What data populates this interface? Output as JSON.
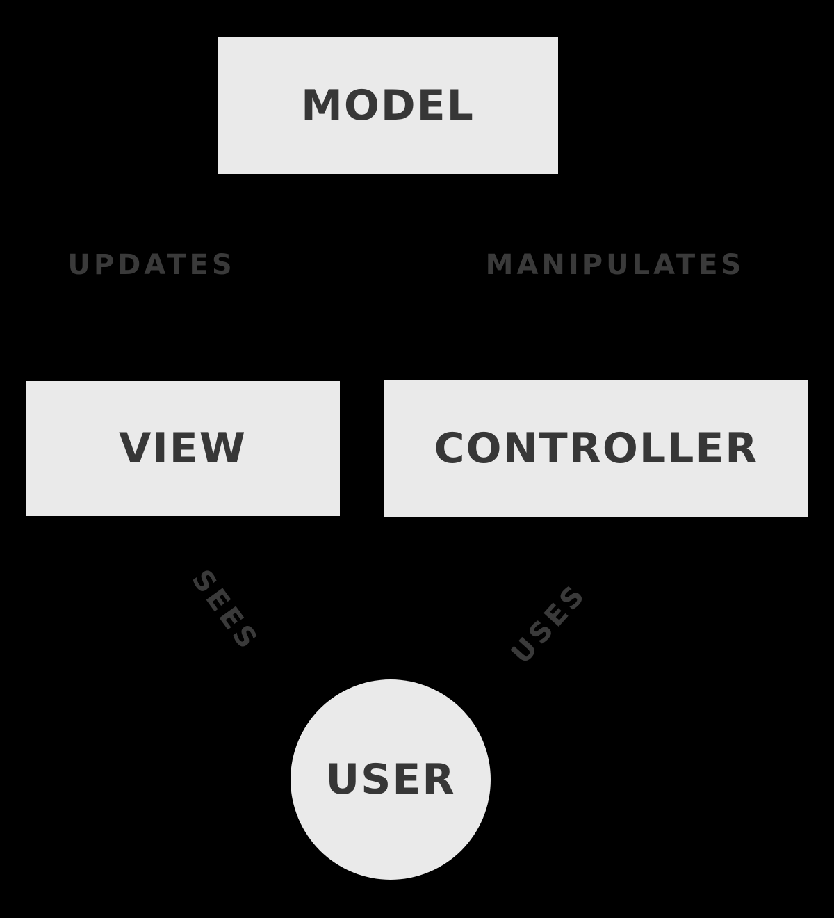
{
  "diagram": {
    "description": "MVC architecture diagram",
    "colors": {
      "background": "#000000",
      "node_fill": "#eaeaea",
      "node_text": "#373737",
      "edge_text": "#3a3a3a"
    },
    "nodes": {
      "model": {
        "label": "MODEL",
        "shape": "rectangle"
      },
      "view": {
        "label": "VIEW",
        "shape": "rectangle"
      },
      "controller": {
        "label": "CONTROLLER",
        "shape": "rectangle"
      },
      "user": {
        "label": "USER",
        "shape": "circle"
      }
    },
    "edges": {
      "updates": {
        "label": "UPDATES"
      },
      "manipulates": {
        "label": "MANIPULATES"
      },
      "sees": {
        "label": "SEES"
      },
      "uses": {
        "label": "USES"
      }
    }
  }
}
